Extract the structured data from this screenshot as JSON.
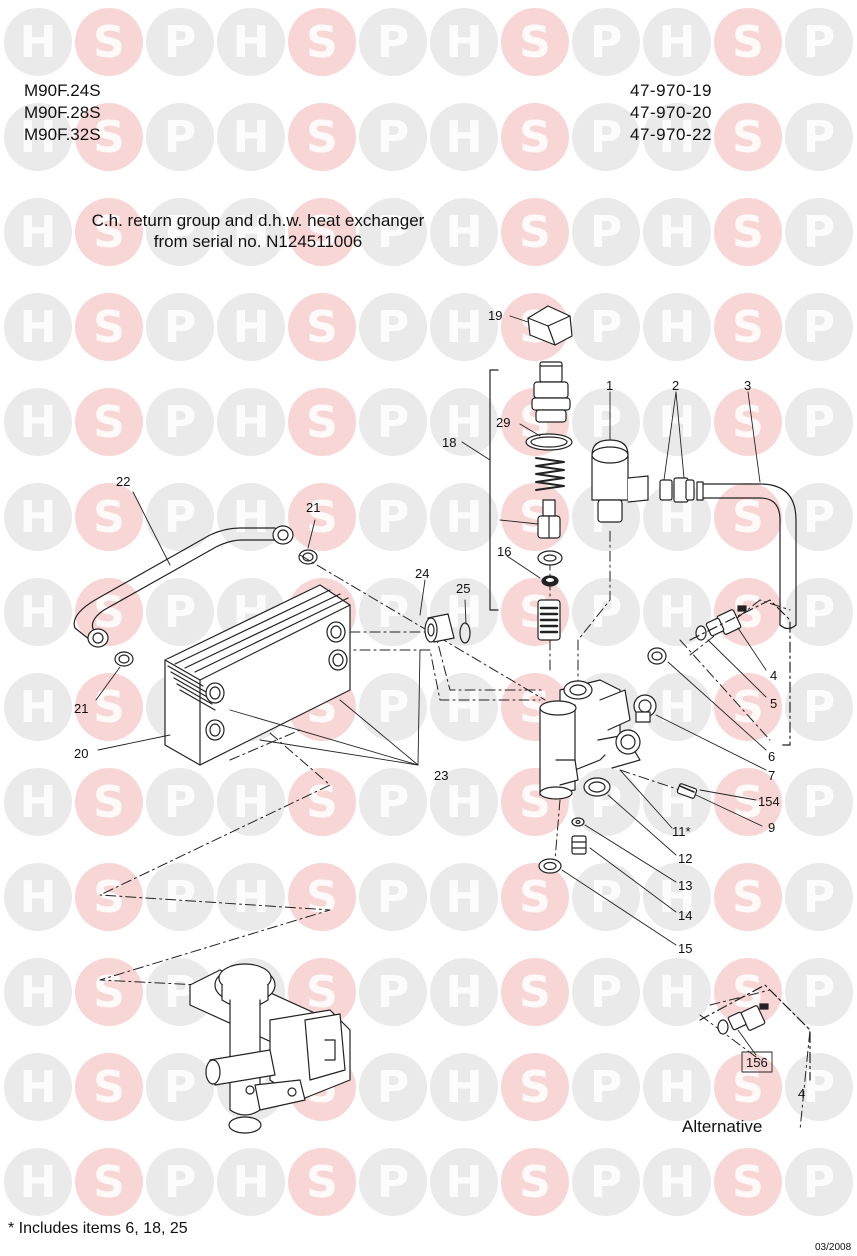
{
  "header": {
    "models": [
      "M90F.24S",
      "M90F.28S",
      "M90F.32S"
    ],
    "part_codes": [
      "47-970-19",
      "47-970-20",
      "47-970-22"
    ]
  },
  "title_lines": [
    "C.h. return group and d.h.w. heat exchanger",
    "from serial no. N124511006"
  ],
  "watermark": {
    "letters": [
      "H",
      "S",
      "P"
    ],
    "colors": {
      "grey": "#d9d9d9",
      "red": "#f2b5b5"
    }
  },
  "callouts": {
    "19": "19",
    "29": "29",
    "18": "18",
    "16": "16",
    "1": "1",
    "2": "2",
    "3": "3",
    "22": "22",
    "21a": "21",
    "21b": "21",
    "24": "24",
    "25": "25",
    "20": "20",
    "23": "23",
    "4": "4",
    "5": "5",
    "6": "6",
    "7": "7",
    "154": "154",
    "9": "9",
    "11": "11*",
    "12": "12",
    "13": "13",
    "14": "14",
    "15": "15",
    "156": "156",
    "4b": "4"
  },
  "alternative_label": "Alternative",
  "footnote": "* Includes items 6, 18, 25",
  "date_code": "03/2008"
}
